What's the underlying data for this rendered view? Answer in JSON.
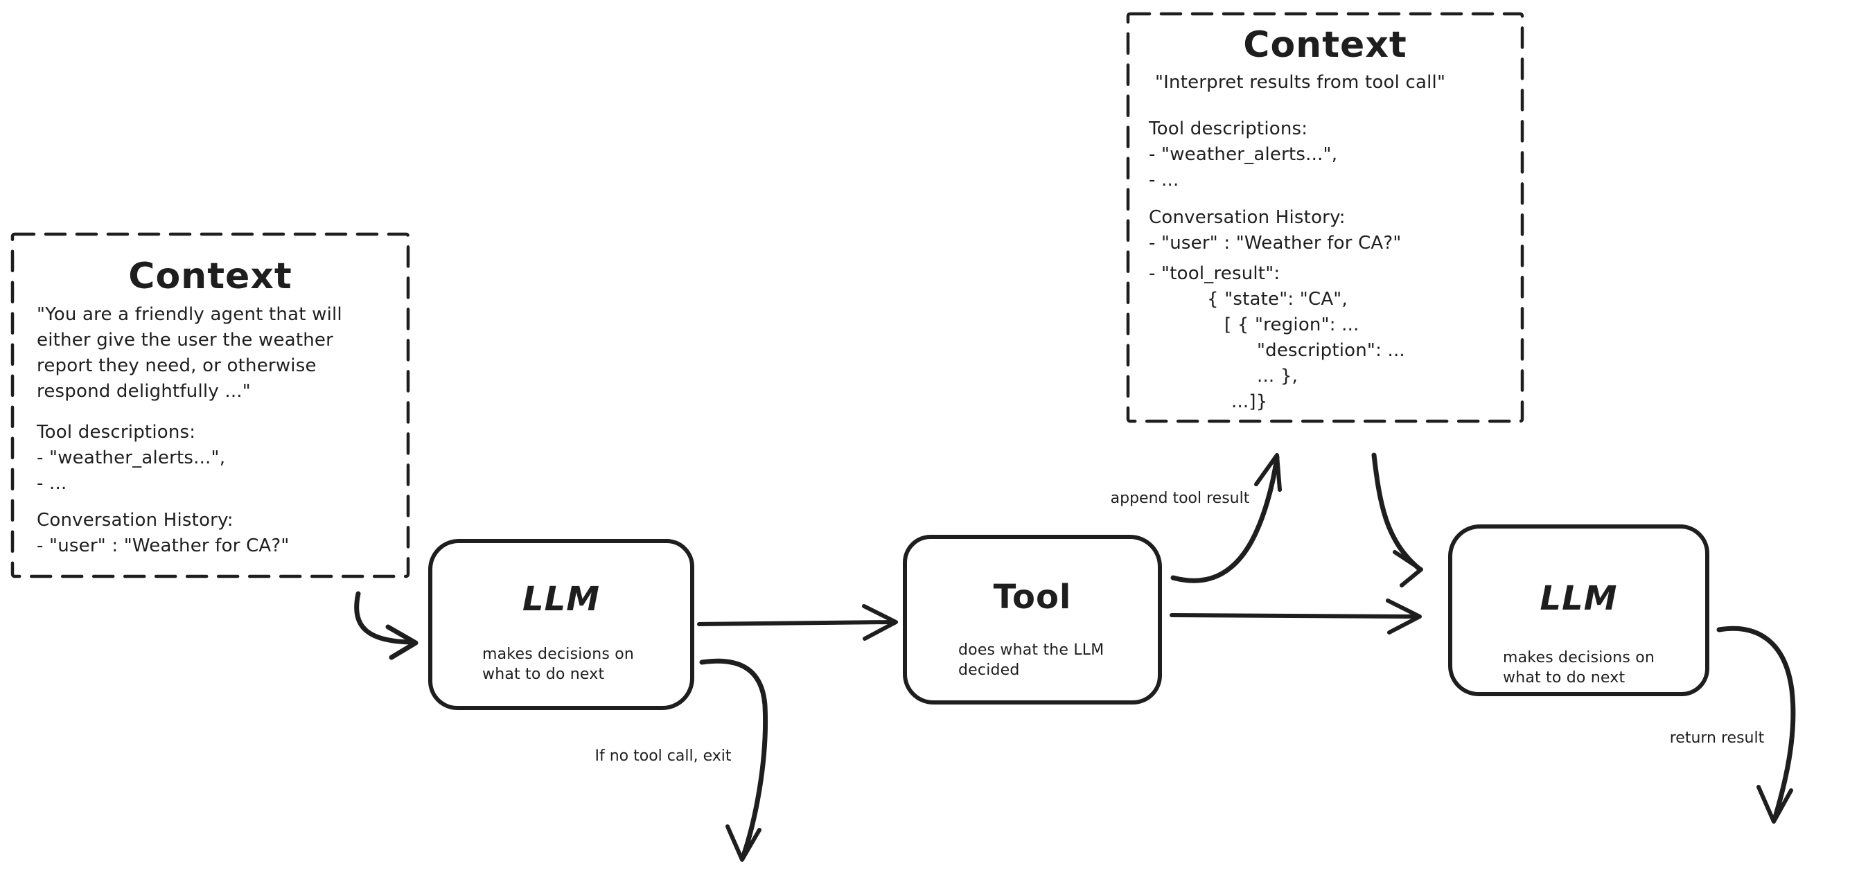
{
  "canvas": {
    "ink_color": "#1e1e1e",
    "background_color": "#ffffff"
  },
  "context_left": {
    "title": "Context",
    "system_prompt": {
      "line1": "\"You are a friendly agent that will",
      "line2": "either give the user the weather",
      "line3": "report they need, or otherwise",
      "line4": "respond delightfully ...\""
    },
    "tool_descriptions": {
      "heading": "Tool descriptions:",
      "item1": "- \"weather_alerts...\",",
      "item2": "- ..."
    },
    "conversation_history": {
      "heading": "Conversation History:",
      "item1": "- \"user\" : \"Weather for CA?\""
    }
  },
  "context_top": {
    "title": "Context",
    "instruction": "\"Interpret results from tool call\"",
    "tool_descriptions": {
      "heading": "Tool descriptions:",
      "item1": "- \"weather_alerts...\",",
      "item2": "- ..."
    },
    "conversation_history": {
      "heading": "Conversation History:",
      "item1": "- \"user\" : \"Weather for CA?\"",
      "item2": "- \"tool_result\":",
      "item2_line1": "{ \"state\": \"CA\",",
      "item2_line2": "[ { \"region\": ...",
      "item2_line3": "\"description\": ...",
      "item2_line4": "... },",
      "item2_line5": "...]}"
    }
  },
  "nodes": {
    "llm1": {
      "title": "LLM",
      "subtitle_line1": "makes decisions on",
      "subtitle_line2": "what to do next"
    },
    "tool": {
      "title": "Tool",
      "subtitle_line1": "does what the LLM",
      "subtitle_line2": "decided"
    },
    "llm2": {
      "title": "LLM",
      "subtitle_line1": "makes decisions on",
      "subtitle_line2": "what to do next"
    }
  },
  "edge_labels": {
    "append_tool_result": "append tool result",
    "if_no_tool_call_exit": "If no tool call, exit",
    "return_result": "return result"
  }
}
